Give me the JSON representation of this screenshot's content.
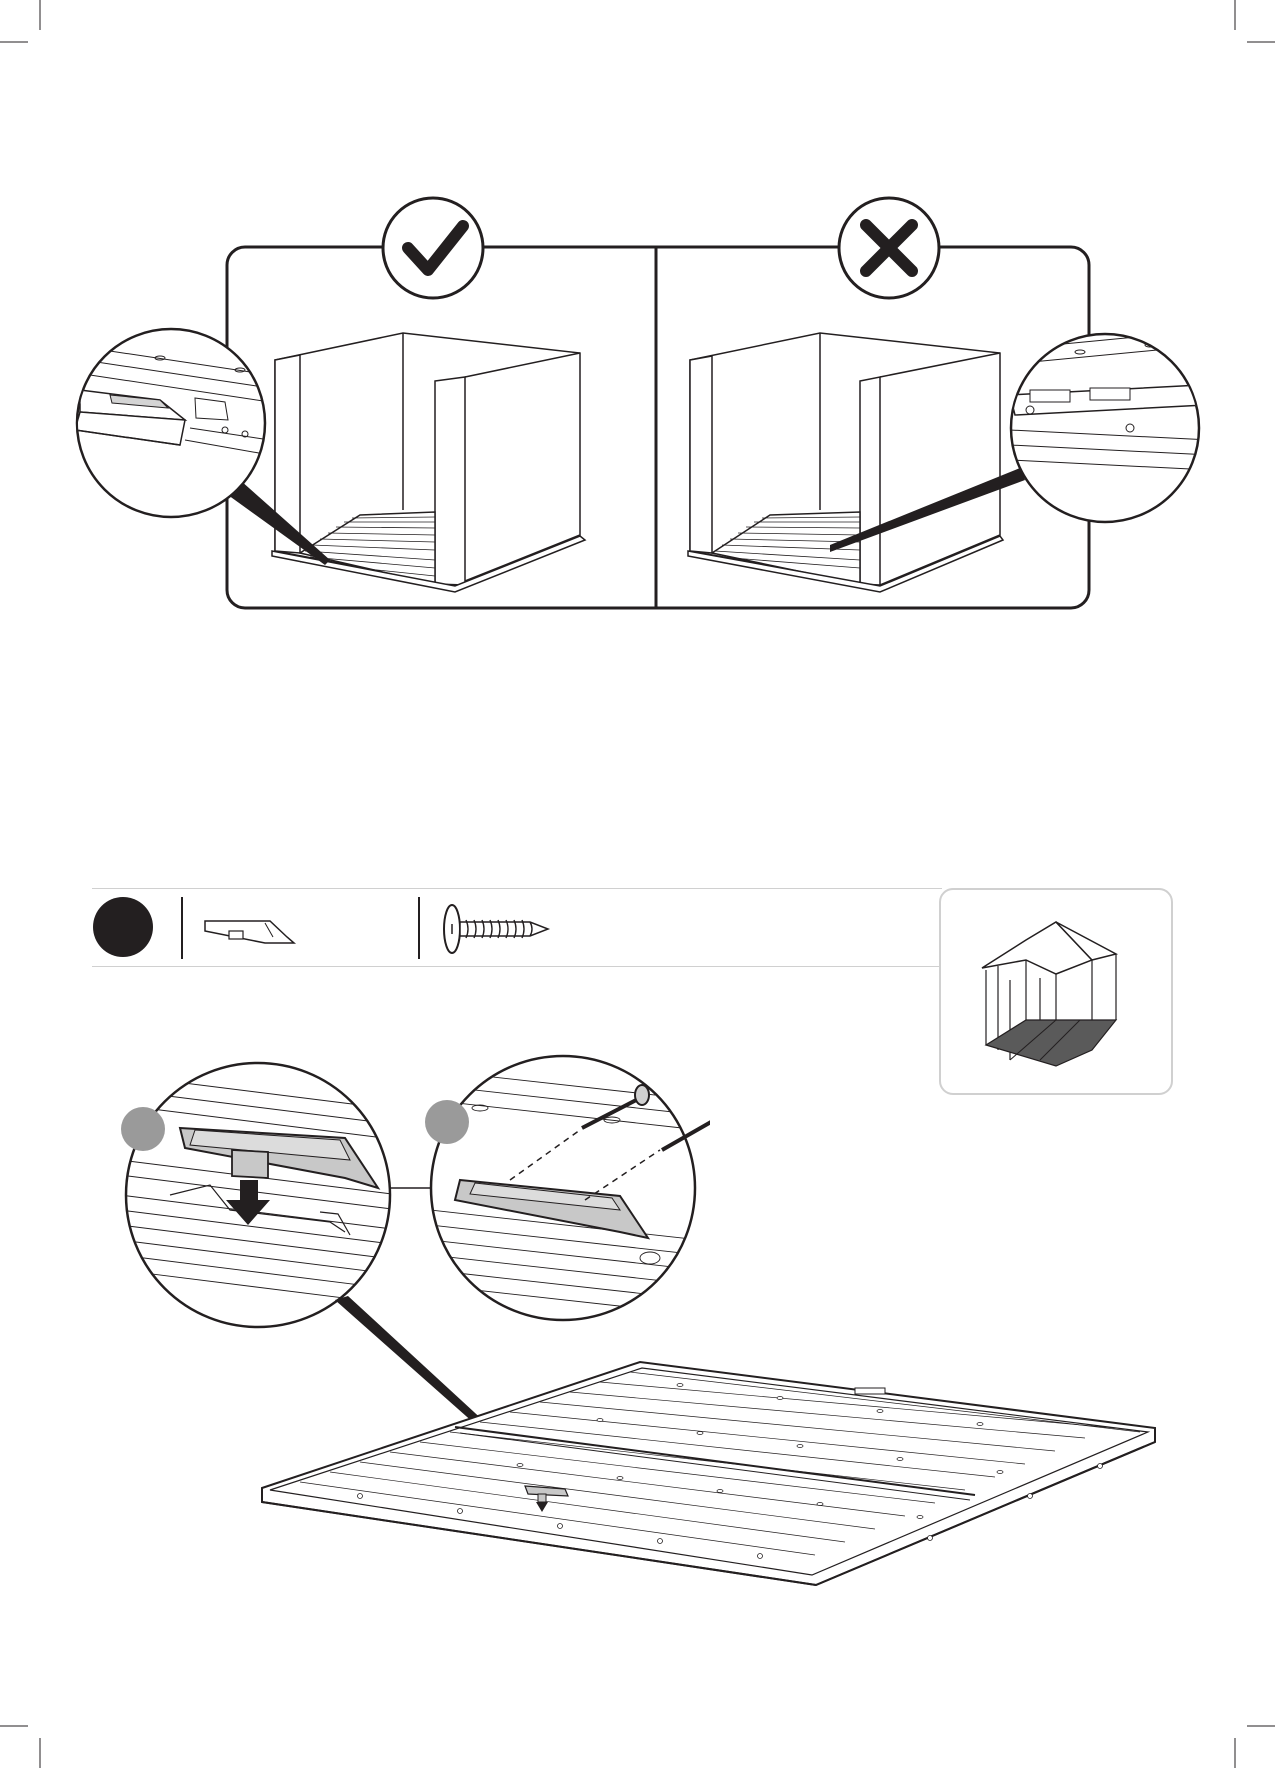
{
  "page": {
    "crop_marks": "printer-trim-marks",
    "colors": {
      "ink": "#231f20",
      "part_gray": "#c8c8c8",
      "step_gray": "#9a9a9a",
      "panel_border": "#d0d0d0"
    }
  },
  "comparison": {
    "correct": {
      "icon": "check-mark-icon",
      "detail_view": "floor-edge-aligned"
    },
    "incorrect": {
      "icon": "x-mark-icon",
      "detail_view": "floor-edge-misaligned"
    }
  },
  "step": {
    "number_badge": "",
    "parts": [
      {
        "icon": "clip-bracket-icon"
      },
      {
        "icon": "screw-icon"
      }
    ],
    "overview_thumbnail": "shed-floor-highlight",
    "sub_steps": [
      {
        "badge": "",
        "icon": "insert-clip-arrow"
      },
      {
        "badge": "",
        "icon": "screw-into-clip"
      }
    ]
  }
}
